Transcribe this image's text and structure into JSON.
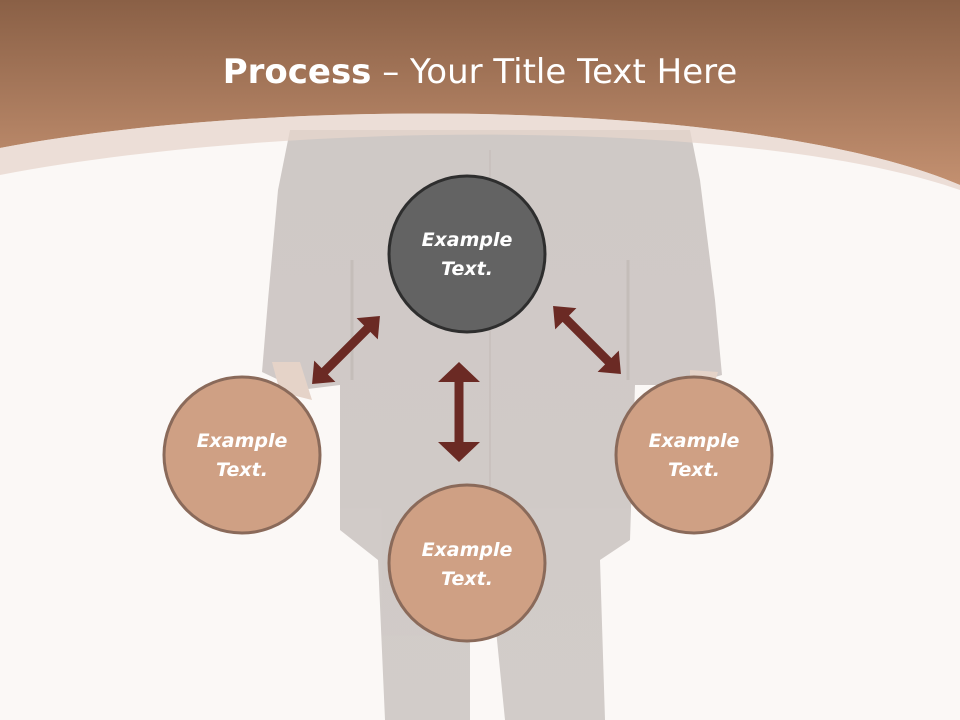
{
  "title": {
    "bold": "Process",
    "rest": " – Your Title Text Here"
  },
  "colors": {
    "header_top": "#8a6046",
    "header_bottom": "#c08d6b",
    "center_circle": "#636363",
    "outer_circle": "#cfa084",
    "circle_border": "#8a6a5a",
    "arrow": "#6b2a24",
    "background": "#fbf8f6"
  },
  "diagram": {
    "center": {
      "line1": "Example",
      "line2": "Text."
    },
    "left": {
      "line1": "Example",
      "line2": "Text."
    },
    "bottom": {
      "line1": "Example",
      "line2": "Text."
    },
    "right": {
      "line1": "Example",
      "line2": "Text."
    }
  },
  "icons": {
    "arrows": "double-headed-arrow"
  }
}
